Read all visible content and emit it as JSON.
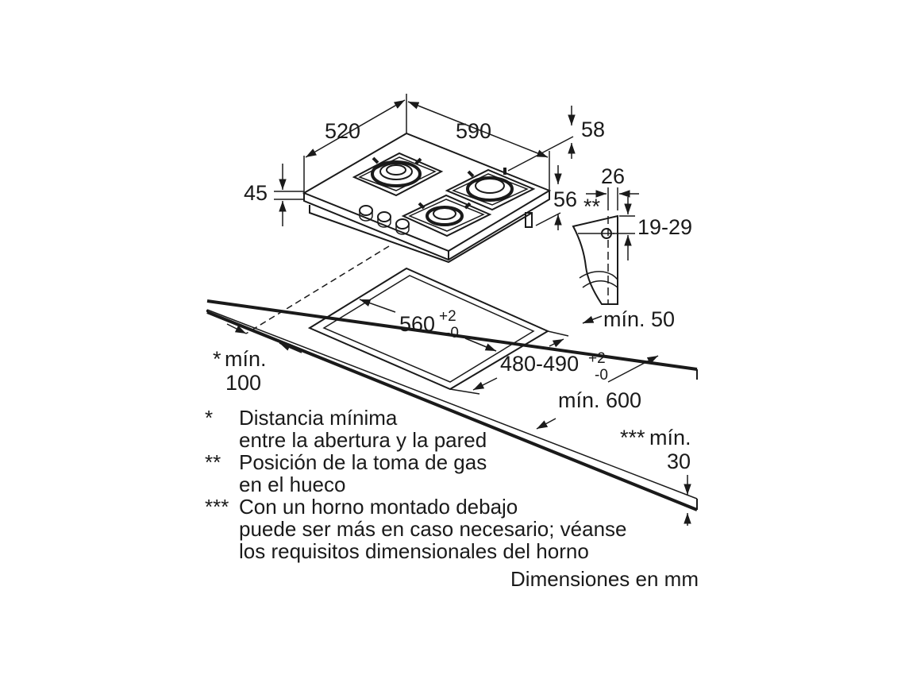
{
  "dimensions": {
    "hob_depth": "520",
    "hob_width": "590",
    "hob_thickness": "45",
    "height_above": "58",
    "height_below": "56",
    "gas_offset": "26",
    "gas_marker": "**",
    "gas_height": "19-29",
    "wall_clearance": "mín. 50",
    "cutout_width_main": "560",
    "cutout_width_sup": "+2",
    "cutout_width_sub": "-0",
    "cutout_depth_main": "480-490",
    "cutout_depth_sup": "+2",
    "cutout_depth_sub": "-0",
    "front_min": "mín. 600",
    "side_marker": "*",
    "side_min_label": "mín.",
    "side_min_value": "100",
    "under_marker": "***",
    "under_min_label": "mín.",
    "under_min_value": "30"
  },
  "notes": [
    {
      "mark": "*",
      "lines": [
        "Distancia mínima",
        "entre la abertura y la pared"
      ]
    },
    {
      "mark": "**",
      "lines": [
        "Posición de la toma de gas",
        "en el hueco"
      ]
    },
    {
      "mark": "***",
      "lines": [
        "Con un horno montado debajo",
        "puede ser más en caso necesario; véanse",
        "los requisitos dimensionales del horno"
      ]
    }
  ],
  "units_label": "Dimensiones en mm"
}
